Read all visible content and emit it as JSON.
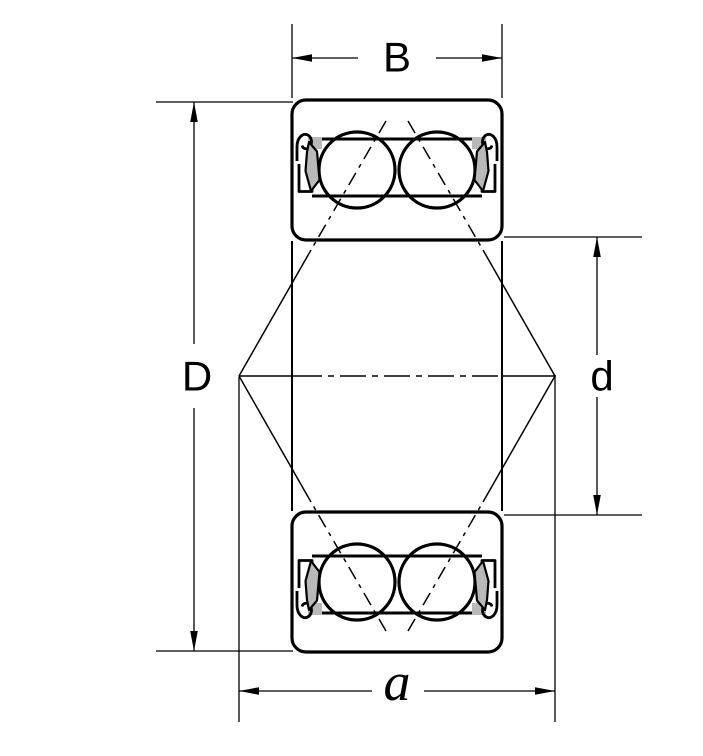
{
  "diagram": {
    "description": "Sealed double-row angular contact ball bearing cross-section with dimension callouts",
    "labels": {
      "width": "B",
      "outer_diameter": "D",
      "bore_diameter": "d",
      "pressure_center_distance": "a"
    },
    "colors": {
      "ring_fill": "#b9b9b9",
      "line_color": "#000000",
      "background": "#ffffff"
    }
  }
}
